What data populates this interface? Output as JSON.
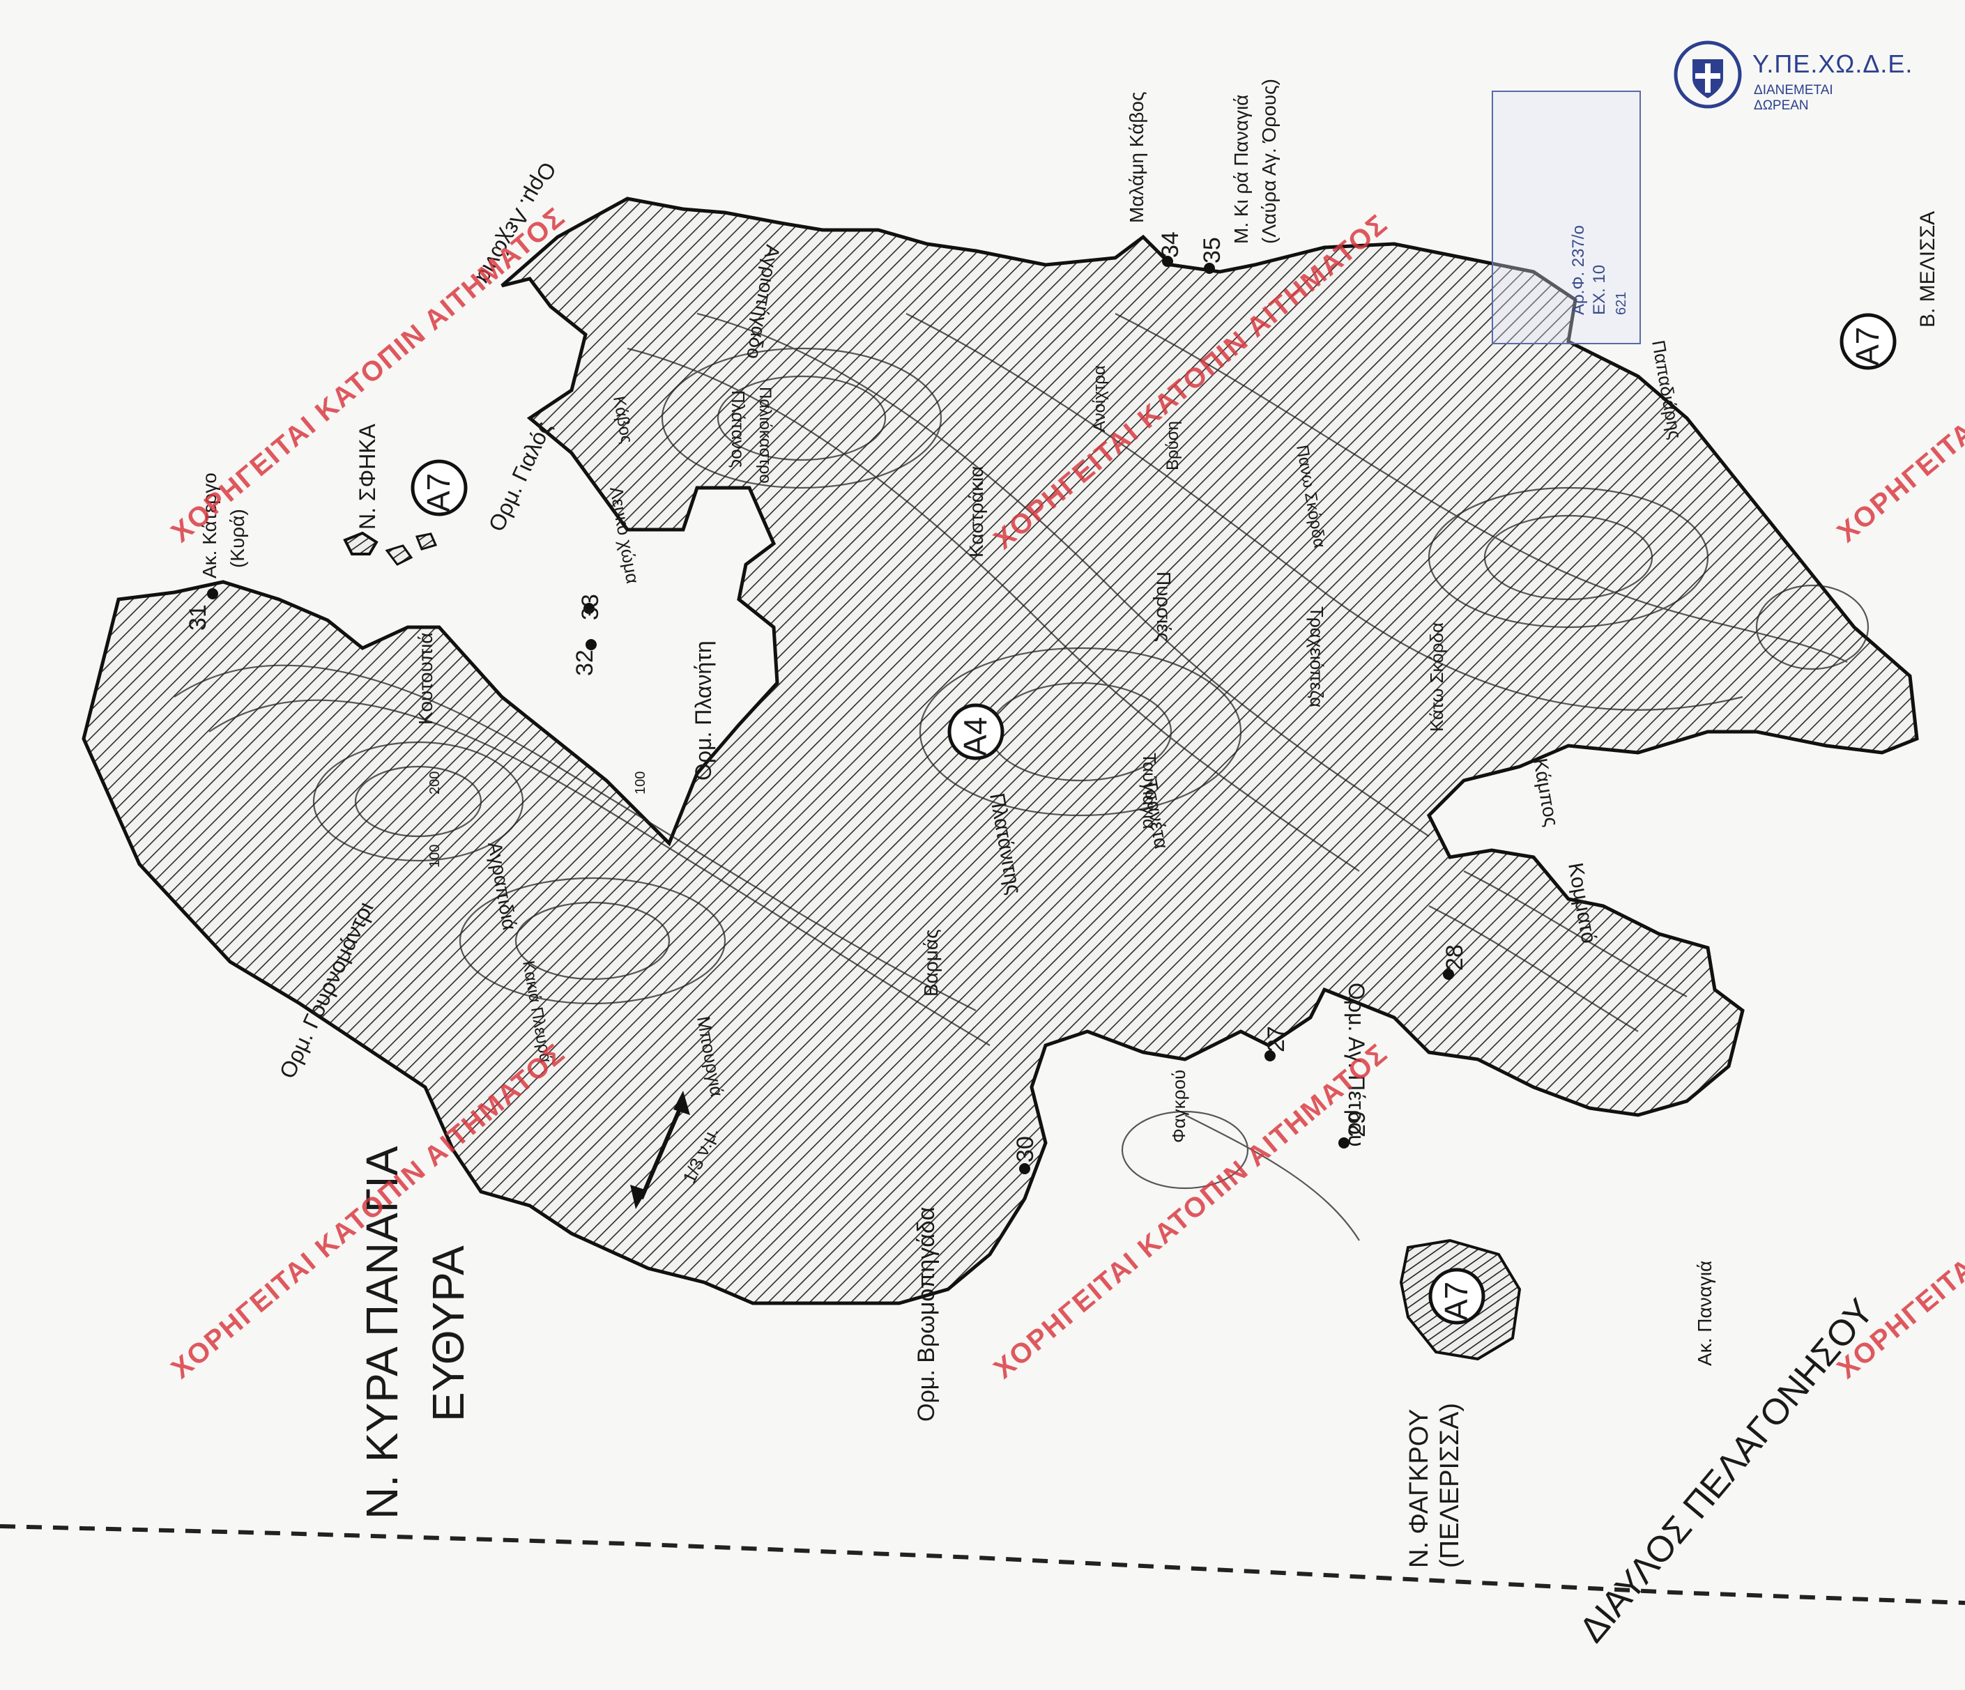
{
  "header": {
    "agency": "Υ.ΠΕ.ΧΩ.Δ.Ε.",
    "agency_sub": "ΔΙΑΝΕΜΕΤΑΙ ΔΩΡΕΑΝ",
    "approval_note": "Αρ.Φ. 237/ο",
    "sheet_no": "ΕΧ. 10",
    "ref_code": "621"
  },
  "watermark": "ΧΟΡΗΓΕΙΤΑΙ ΚΑΤΟΠΙΝ ΑΙΤΗΜΑΤΟΣ",
  "islands": {
    "main_title_line1": "Ν. ΚΥΡΑ ΠΑΝΑΓΙΑ",
    "main_title_line2": "ΕΥΘΥΡΑ",
    "sfika": "Ν. ΣΦΗΚΑ",
    "fagkrou_line1": "Ν. ΦΑΓΚΡΟΥ",
    "fagkrou_line2": "(ΠΕΛΕΡΙΣΣΑ)",
    "melissa": "Β. ΜΕΛΙΣΣΑ",
    "strait": "ΔΙΑΥΛΟΣ ΠΕΛΑΓΟΝΗΣΟΥ"
  },
  "zones": [
    "A4",
    "A7",
    "A7",
    "A7"
  ],
  "bays": {
    "gournomantri": "Ορμ. Γουρνομάντρι",
    "planiti": "Ορμ. Πλανήτη",
    "vromopigada": "Ορμ. Βρωμοπηγάδα",
    "ag_petrou": "Ορμ. Αγ. Πέτρου",
    "gialos": "Ορμ. Γιαλός",
    "lechonia": "Ορμ. Λεχώνια"
  },
  "capes": {
    "katergo_line1": "Ακ. Κάτεργο",
    "katergo_line2": "(Κυρά)",
    "panagia": "Ακ. Παναγιά",
    "malami": "Μαλάμη Κάβος",
    "kira_panagia_line1": "Μ. Κι ρά Παναγιά",
    "kira_panagia_line2": "(Λαύρα Αγ. Όρους)"
  },
  "places": [
    "Κουτουπιά",
    "Αγραπιδιά",
    "Κακιά Πλευρά",
    "Μπουργιά",
    "Βαρμάς",
    "Πλατάνιτης",
    "Καστράκια",
    "Πυρσιές",
    "Πλάτανος",
    "Αγριοπήγαδο",
    "Παλιόκαστρο",
    "Κάβος",
    "Λευκό χώμα",
    "Ανοίχτρα",
    "Βρύση",
    "Πανω Σκόρδα",
    "Ταύγιαγια",
    "Κάτω Σκόρδα",
    "Τραχειόπεζα",
    "Κάμπος",
    "Κομματό",
    "Παπαδιάρης",
    "Φαγκρού",
    "Τσανέτα"
  ],
  "contours": [
    "200",
    "100",
    "100"
  ],
  "points": [
    "27",
    "28",
    "29",
    "30",
    "31",
    "32",
    "33",
    "34",
    "35"
  ],
  "scale_note": "1/3 ν.μ."
}
